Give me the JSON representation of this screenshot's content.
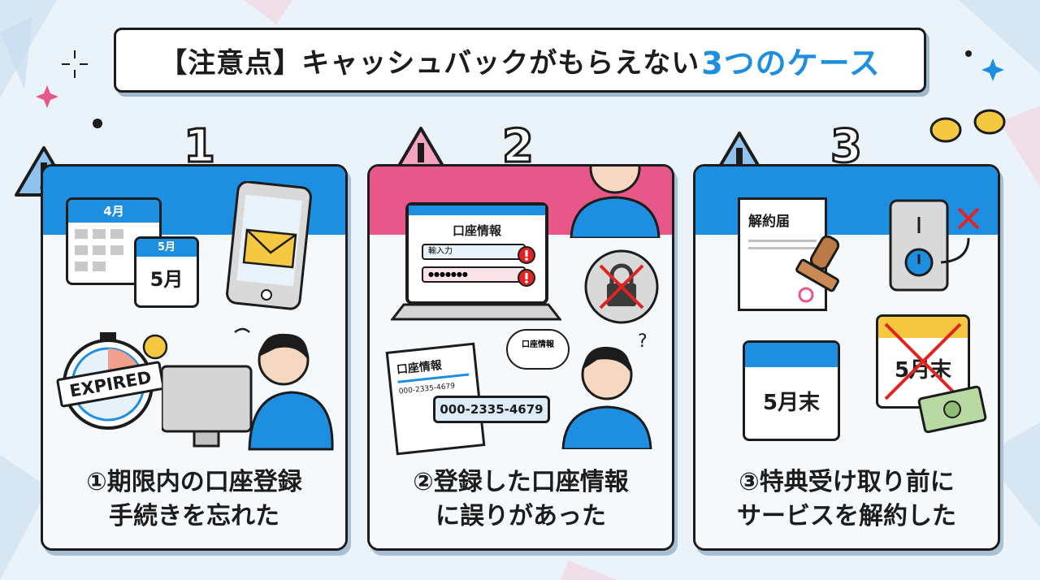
{
  "title": {
    "main": "【注意点】キャッシュバックがもらえない",
    "accent": "3つのケース"
  },
  "colors": {
    "blue": "#1e8fe0",
    "pink": "#e8578a",
    "dark": "#1c1c1c",
    "error": "#e02424"
  },
  "cards": [
    {
      "number": "1",
      "caption_line1": "①期限内の口座登録",
      "caption_line2": "手続きを忘れた",
      "calendar_back_label": "4月",
      "calendar_front_header": "5月",
      "calendar_front_label": "5月",
      "stamp_text": "EXPIRED"
    },
    {
      "number": "2",
      "caption_line1": "②登録した口座情報",
      "caption_line2": "に誤りがあった",
      "laptop_title": "口座情報",
      "input_label": "輸入力",
      "password_mask": "●●●●●●●",
      "doc_title": "口座情報",
      "doc_number": "000-2335-4679",
      "account_number": "000-2335-4679",
      "bubble_title": "口座情報"
    },
    {
      "number": "3",
      "caption_line1": "③特典受け取り前に",
      "caption_line2": "サービスを解約した",
      "doc_title": "解約届",
      "calendar_left_label": "5月末",
      "calendar_right_label": "5月末"
    }
  ]
}
